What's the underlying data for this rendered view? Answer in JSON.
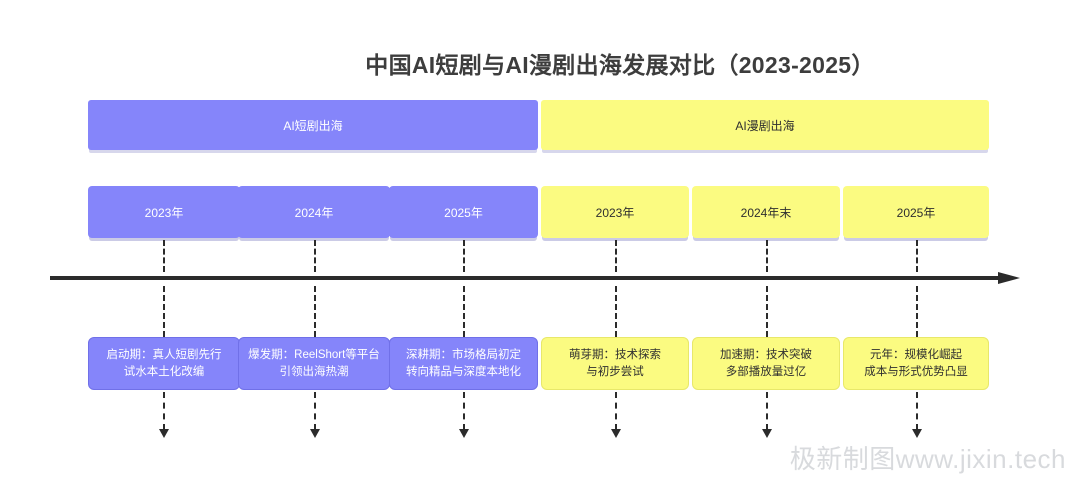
{
  "title": "中国AI短剧与AI漫剧出海发展对比（2023-2025）",
  "watermark": "极新制图www.jixin.tech",
  "colors": {
    "purple": "#8585fa",
    "yellow": "#fbfb81",
    "axis": "#2b2b2b",
    "title_text": "#3d3d3d",
    "watermark_text": "#d8dadd"
  },
  "tracks": [
    {
      "name": "ai-short-drama",
      "header": "AI短剧出海",
      "theme": "purple",
      "milestones": [
        {
          "year": "2023年",
          "desc": "启动期：真人短剧先行\n试水本土化改编"
        },
        {
          "year": "2024年",
          "desc": "爆发期：ReelShort等平台\n引领出海热潮"
        },
        {
          "year": "2025年",
          "desc": "深耕期：市场格局初定\n转向精品与深度本地化"
        }
      ]
    },
    {
      "name": "ai-manga-drama",
      "header": "AI漫剧出海",
      "theme": "yellow",
      "milestones": [
        {
          "year": "2023年",
          "desc": "萌芽期：技术探索\n与初步尝试"
        },
        {
          "year": "2024年末",
          "desc": "加速期：技术突破\n多部播放量过亿"
        },
        {
          "year": "2025年",
          "desc": "元年：规模化崛起\n成本与形式优势凸显"
        }
      ]
    }
  ]
}
